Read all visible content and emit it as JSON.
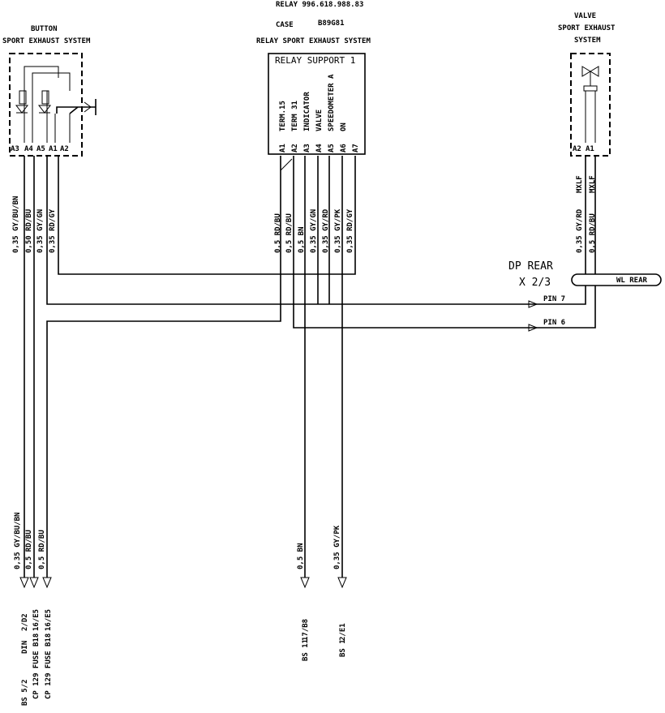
{
  "header": {
    "relay_number": "RELAY  996.618.988.83",
    "case_label": "CASE",
    "case_value": "B89G81",
    "relay_title": "RELAY  SPORT EXHAUST SYSTEM"
  },
  "button": {
    "title_line1": "BUTTON",
    "title_line2": "SPORT EXHAUST SYSTEM",
    "pins": [
      "A3",
      "A4",
      "A5",
      "A1",
      "A2"
    ]
  },
  "relay": {
    "name": "RELAY SUPPORT 1",
    "functions": [
      "TERM.15",
      "TERM 31",
      "INDICATOR",
      "VALVE",
      "SPEEDOMETER A",
      "ON"
    ],
    "pins": [
      "A1",
      "A2",
      "A3",
      "A4",
      "A5",
      "A6",
      "A7"
    ]
  },
  "valve": {
    "title_line1": "VALVE",
    "title_line2": "SPORT EXHAUST",
    "title_line3": "SYSTEM",
    "pins": [
      "A2",
      "A1"
    ],
    "wire_type_labels": [
      "MXLF",
      "MXLF"
    ]
  },
  "connector": {
    "name": "DP REAR",
    "ref": "X 2/3",
    "plug_label": "WL REAR",
    "pin_top": "PIN 7",
    "pin_bottom": "PIN 6"
  },
  "wires": {
    "button_side": [
      "0,35 GY/BU/BN",
      "0,50 RD/BU",
      "0,35 GY/GN",
      "0,35 RD/GY"
    ],
    "relay_side": [
      "0,5 RD/BU",
      "0,5 RD/BU",
      "0,5 BN",
      "0,35 GY/GN",
      "0,35 GY/RD",
      "0,35 GY/PK",
      "0,35 RD/GY"
    ],
    "valve_side": [
      "0,35 GY/RD",
      "0,5 RD/BU"
    ],
    "bottom_left": [
      "0,35 GY/BU/BN",
      "0,5 RD/BU",
      "0,5 RD/BU"
    ],
    "bottom_mid": [
      "0,5 BN",
      "0,35 GY/PK"
    ]
  },
  "terminals": {
    "left_refs": [
      "2/D2",
      "16/E5",
      "16/E5"
    ],
    "left_loc": [
      "DIN",
      "CP 129 FUSE B18",
      "CP 129 FUSE B18"
    ],
    "left_block": [
      "BS 5/2",
      "",
      ""
    ],
    "mid_refs": [
      "17/B8",
      "2/E1"
    ],
    "mid_block": [
      "BS 11",
      "BS 1"
    ]
  }
}
